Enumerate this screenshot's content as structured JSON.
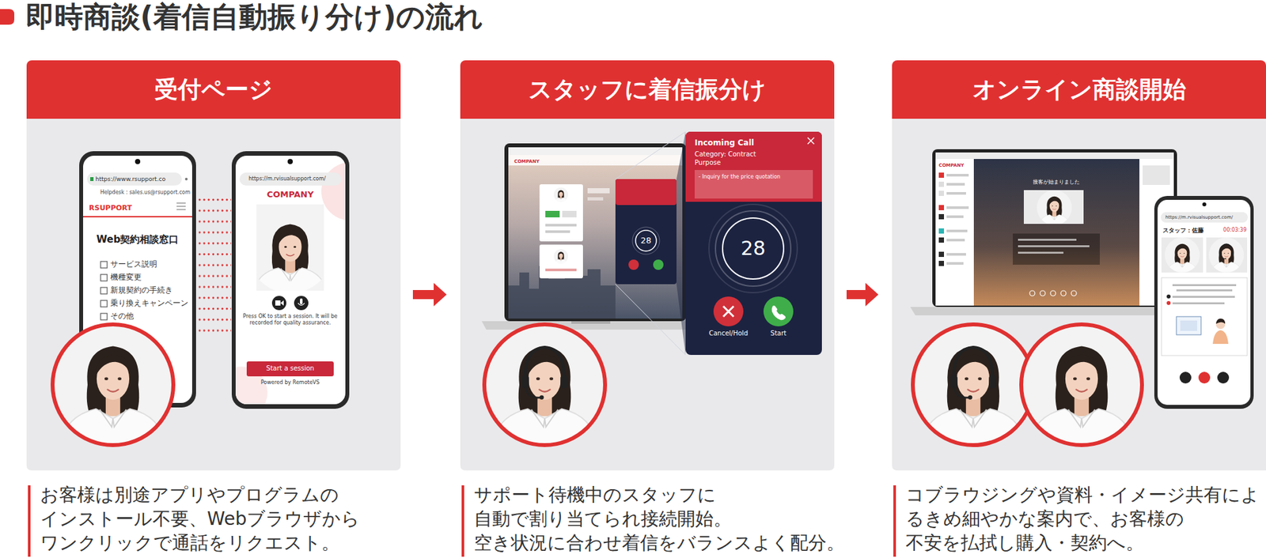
{
  "diagram": {
    "title": "即時商談(着信自動振り分け)の流れ",
    "nodes": [
      {
        "text": [
          "受付ページ",
          "お客様は別途アプリやプログラムの インストール不要、Webブラウザから ワンクリックで通話をリクエスト。"
        ]
      },
      {
        "text": [
          "スタッフに着信振分け",
          "サポート待機中のスタッフに 自動で割り当てられ接続開始。 空き状況に合わせ着信をバランスよく配分。"
        ]
      },
      {
        "text": [
          "オンライン商談開始",
          "コブラウジングや資料・イメージ共有によ るきめ細やかな案内で、お客様の 不安を払拭し購入・契約へ。"
        ]
      }
    ],
    "edges": [
      {
        "from": 0,
        "to": 1,
        "arrow": "to"
      },
      {
        "from": 1,
        "to": 2,
        "arrow": "to"
      }
    ],
    "labels": [
      "https://www.rsupport.co",
      "Helpdesk : sales.us@rsupport.com",
      "RSUPPORT",
      "Web契約相談窓口",
      "サービス説明",
      "機種変更",
      "新規契約の手続き",
      "乗り換えキャンペーン",
      "その他",
      "https://m.rvisualsupport.com/",
      "COMPANY",
      "Press OK to start a session. It will be recorded for quality assurance.",
      "Start a session",
      "Powered by RemoteVS",
      "COMPANY",
      "28",
      "Incoming Call",
      "Category: Contract",
      "Purpose",
      "- Inquiry for the price quotation",
      "28",
      "Cancel/Hold",
      "Start",
      "COMPANY",
      "接客が始まりました",
      "https://m.rvisualsupport.com/",
      "スタッフ：佐藤",
      "00:03:39"
    ]
  }
}
